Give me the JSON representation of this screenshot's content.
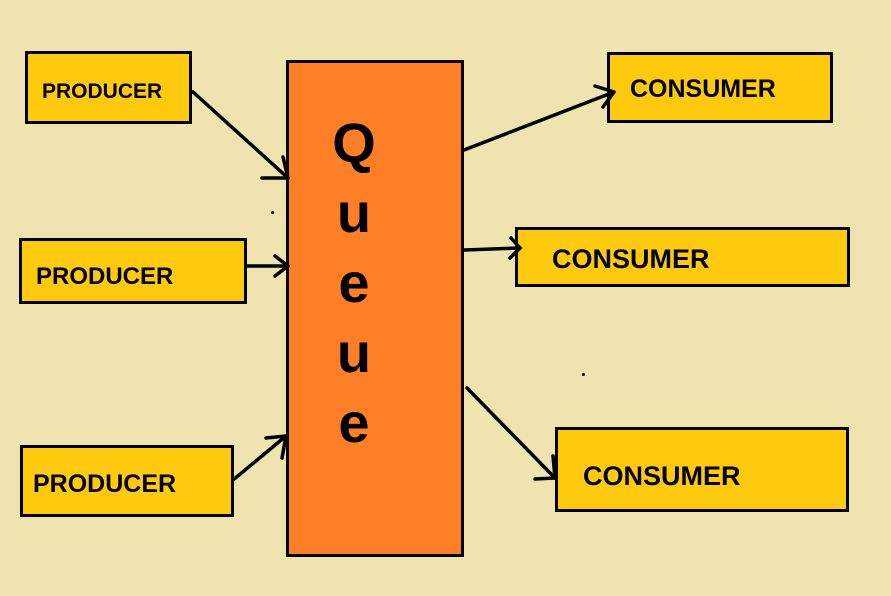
{
  "producers": [
    "PRODUCER",
    "PRODUCER",
    "PRODUCER"
  ],
  "queue": {
    "letters": [
      "Q",
      "u",
      "e",
      "u",
      "e"
    ]
  },
  "consumers": [
    "CONSUMER",
    "CONSUMER",
    "CONSUMER"
  ],
  "colors": {
    "background": "#efe4b0",
    "box_fill": "#ffc90e",
    "queue_fill": "#ff7f27",
    "stroke": "#000000"
  }
}
